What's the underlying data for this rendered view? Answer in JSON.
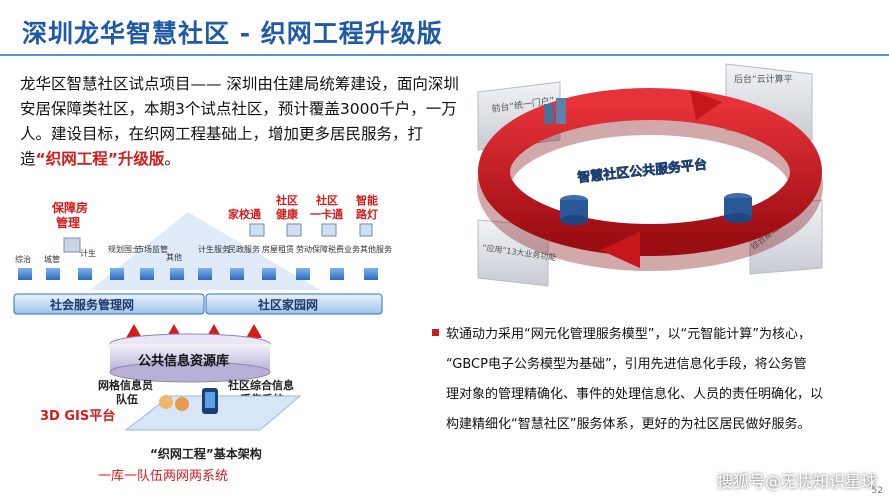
{
  "title": "深圳龙华智慧社区 - 织网工程升级版",
  "intro": {
    "text": "龙华区智慧社区试点项目—— 深圳由住建局统筹建设，面向深圳安居保障类社区，本期3个试点社区，预计覆盖3000千户，一万人。建设目标，在织网工程基础上，增加更多居民服务，打造",
    "highlight": "“织网工程”升级版",
    "tail": "。"
  },
  "left_diagram": {
    "top_labels": [
      {
        "text": "保障房",
        "color": "#d41c1c"
      },
      {
        "text": "管理",
        "color": "#d41c1c"
      },
      {
        "text": "家校通",
        "color": "#d41c1c"
      },
      {
        "text": "社区",
        "color": "#d41c1c"
      },
      {
        "text": "健康",
        "color": "#d41c1c"
      },
      {
        "text": "社区",
        "color": "#d41c1c"
      },
      {
        "text": "一卡通",
        "color": "#d41c1c"
      },
      {
        "text": "智能",
        "color": "#d41c1c"
      },
      {
        "text": "路灯",
        "color": "#d41c1c"
      }
    ],
    "apps": [
      "综治",
      "城管",
      "计生",
      "规划国土",
      "市场监管",
      "其他",
      "计生服务",
      "民政服务",
      "房屋租赁",
      "劳动保障",
      "税费业务",
      "其他服务"
    ],
    "network_left": "社会服务管理网",
    "network_right": "社区家园网",
    "database": "公共信息资源库",
    "team_label_1": "网格信息员",
    "team_label_2": "队伍",
    "collect_label_1": "社区综合信息",
    "collect_label_2": "采集系统",
    "gis_label": "3D GIS平台",
    "caption": "“织网工程”基本架构",
    "slogan": "一库一队伍两网两系统"
  },
  "right_diagram": {
    "ring_label": "智慧社区公共服务平台",
    "front_label": "前台“统一门户”",
    "back_label": "后台“云计算平台、运营业务平台、GIS平台”",
    "app_label": "“应用”13大业务功能",
    "base_label": "综合基础服务体系"
  },
  "bullets": [
    "软通动力采用“网元化管理服务模型”，以“元智能计算”为核心，",
    "“GBCP电子公务模型为基础”，引用先进信息化手段，将公务管",
    "理对象的管理精确化、事件的处理信息化、人员的责任明确化，以",
    "构建精细化“智慧社区”服务体系，更好的为社区居民做好服务。"
  ],
  "watermark": "搜狐号@无忧知识星球",
  "page_number": "52",
  "colors": {
    "title": "#1f5aa6",
    "accent_red": "#d41c1c",
    "ring_red": "#c8161d",
    "network_blue": "#2f6fbf"
  }
}
